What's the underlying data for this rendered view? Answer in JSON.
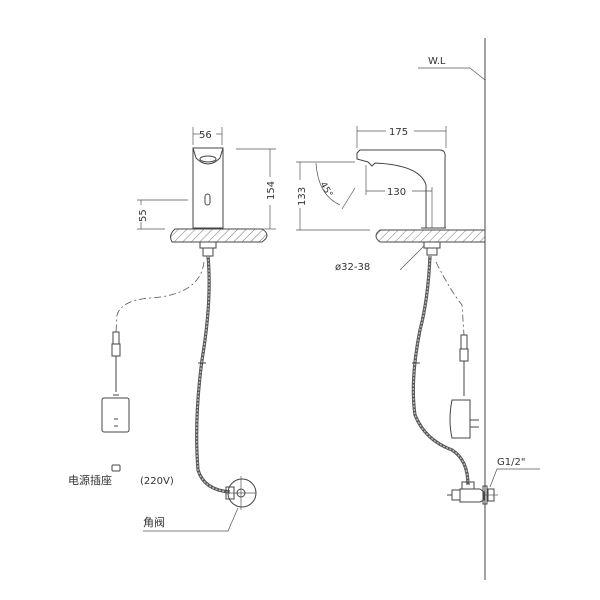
{
  "labels": {
    "water_line": "W.L",
    "width_front": "56",
    "height_front": "154",
    "base_height": "55",
    "spout_length": "175",
    "spout_height": "133",
    "spout_reach": "130",
    "angle": "45°",
    "hole_diameter": "ø32-38",
    "thread": "G1/2\"",
    "power_socket": "电源插座",
    "voltage": "(220V)",
    "angle_valve": "角阀"
  }
}
